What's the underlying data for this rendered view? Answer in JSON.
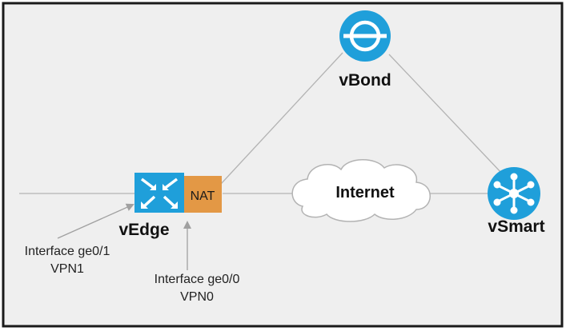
{
  "colors": {
    "frame_border": "#1a1a1a",
    "background": "#efefef",
    "link": "#b3b3b3",
    "pointer": "#a0a0a0",
    "device_blue": "#1f9fda",
    "nat_orange": "#e39845",
    "cloud_fill": "#ffffff"
  },
  "nodes": {
    "vbond": {
      "label": "vBond",
      "icon": "vbond-icon"
    },
    "vsmart": {
      "label": "vSmart",
      "icon": "vsmart-icon"
    },
    "vedge": {
      "label": "vEdge",
      "icon": "vedge-router-icon"
    },
    "nat": {
      "label": "NAT"
    },
    "internet": {
      "label": "Internet",
      "icon": "cloud-icon"
    }
  },
  "interfaces": {
    "ge0_1": {
      "line1": "Interface ge0/1",
      "line2": "VPN1"
    },
    "ge0_0": {
      "line1": "Interface ge0/0",
      "line2": "VPN0"
    }
  }
}
